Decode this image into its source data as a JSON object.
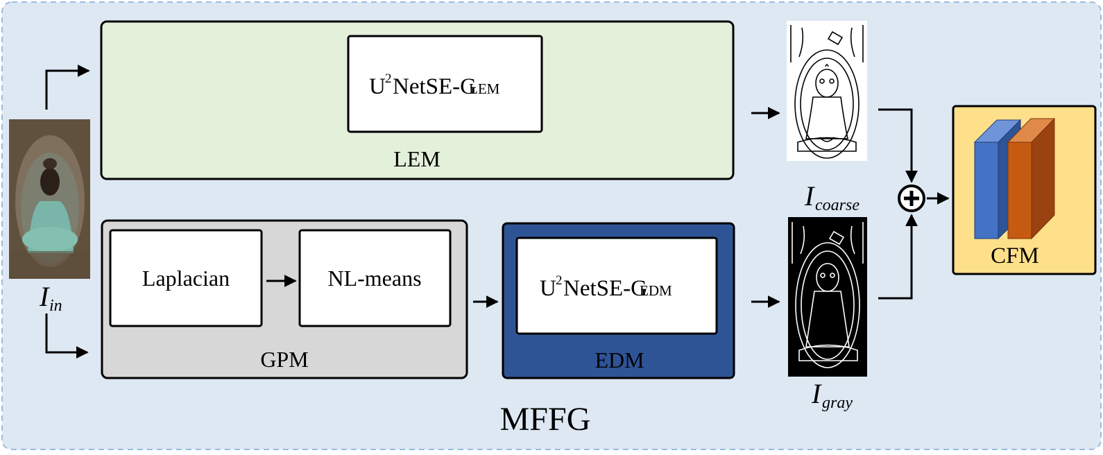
{
  "input": {
    "symbol": "I",
    "subscript": "in"
  },
  "lem": {
    "inner_main": "U",
    "inner_sup": "2",
    "inner_rest": "NetSE-G",
    "inner_sub": "LEM",
    "label": "LEM"
  },
  "gpm": {
    "step1": "Laplacian",
    "step2": "NL-means",
    "label": "GPM"
  },
  "edm": {
    "inner_main": "U",
    "inner_sup": "2",
    "inner_rest": "NetSE-G",
    "inner_sub": "EDM",
    "label": "EDM"
  },
  "outputs": {
    "coarse": {
      "symbol": "I",
      "subscript": "coarse"
    },
    "gray": {
      "symbol": "I",
      "subscript": "gray"
    }
  },
  "fusion": {
    "symbol": "⊕"
  },
  "cfm": {
    "label": "CFM"
  },
  "footer": {
    "title": "MFFG"
  },
  "colors": {
    "background": "#dde8f3",
    "frame_dash": "#9bbbdc",
    "lem_fill": "#e3f0da",
    "gpm_fill": "#d7d7d7",
    "edm_fill": "#2f5496",
    "cfm_fill": "#ffe08a",
    "blue_block": "#4472c4",
    "orange_block": "#c55a11",
    "mural_green": "#79b6a9",
    "mural_brown": "#6b5a46"
  },
  "icons": {
    "input_image": "buddha-mural-image",
    "coarse_image": "buddha-sketch-image",
    "gray_image": "buddha-edge-image",
    "fusion": "circle-plus-icon",
    "cfm_blocks": "feature-block-icon"
  }
}
